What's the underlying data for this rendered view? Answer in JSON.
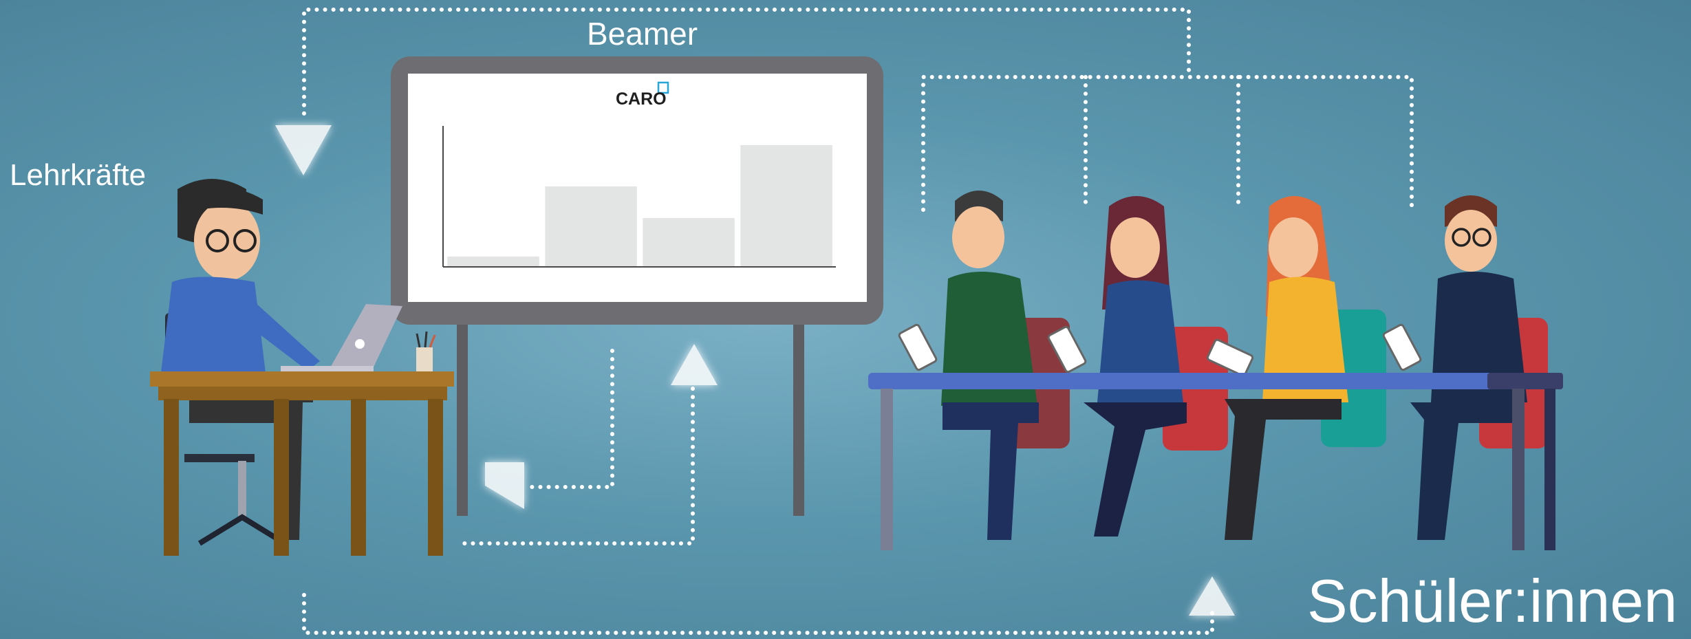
{
  "labels": {
    "beamer": "Beamer",
    "teacher": "Lehrkräfte",
    "students": "Schüler:innen"
  },
  "screen": {
    "logo": "CARO"
  },
  "chart_data": {
    "type": "bar",
    "categories": [
      "",
      "",
      "",
      ""
    ],
    "values": [
      7,
      58,
      35,
      88
    ],
    "ylim": [
      0,
      100
    ]
  },
  "colors": {
    "background": "#5a96ad",
    "line": "#ffffff",
    "bars": "#e3e5e5"
  }
}
